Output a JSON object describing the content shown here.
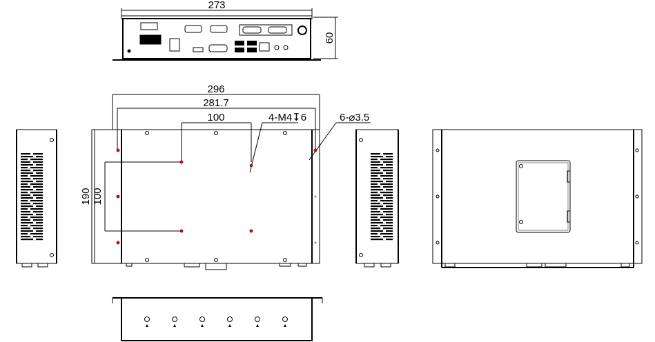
{
  "dimensions": {
    "top_width": "273",
    "top_height": "60",
    "overall_width": "296",
    "hole_pitch_width": "281.7",
    "mount_pitch_x": "100",
    "mount_pitch_y": "100",
    "overall_height": "190",
    "mount_thread_note": "4-M4↧6",
    "through_hole_note": "6-⌀3.5"
  },
  "colors": {
    "line": "#000000",
    "mount_hole": "#e00000"
  }
}
